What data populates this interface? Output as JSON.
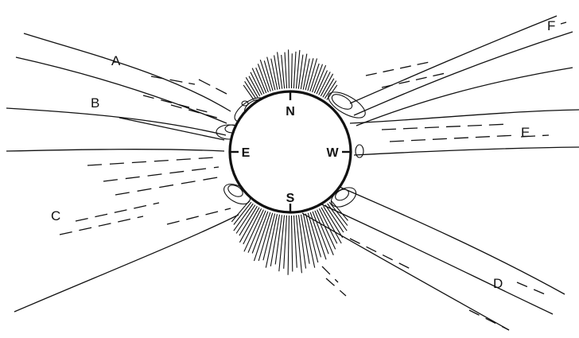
{
  "streamer_labels": {
    "a": "A",
    "b": "B",
    "c": "C",
    "d": "D",
    "e": "E",
    "f": "F"
  },
  "compass": {
    "north": "N",
    "south": "S",
    "east": "E",
    "west": "W"
  },
  "colors": {
    "ink": "#111111",
    "background": "#ffffff",
    "disc": "#ffffff"
  }
}
